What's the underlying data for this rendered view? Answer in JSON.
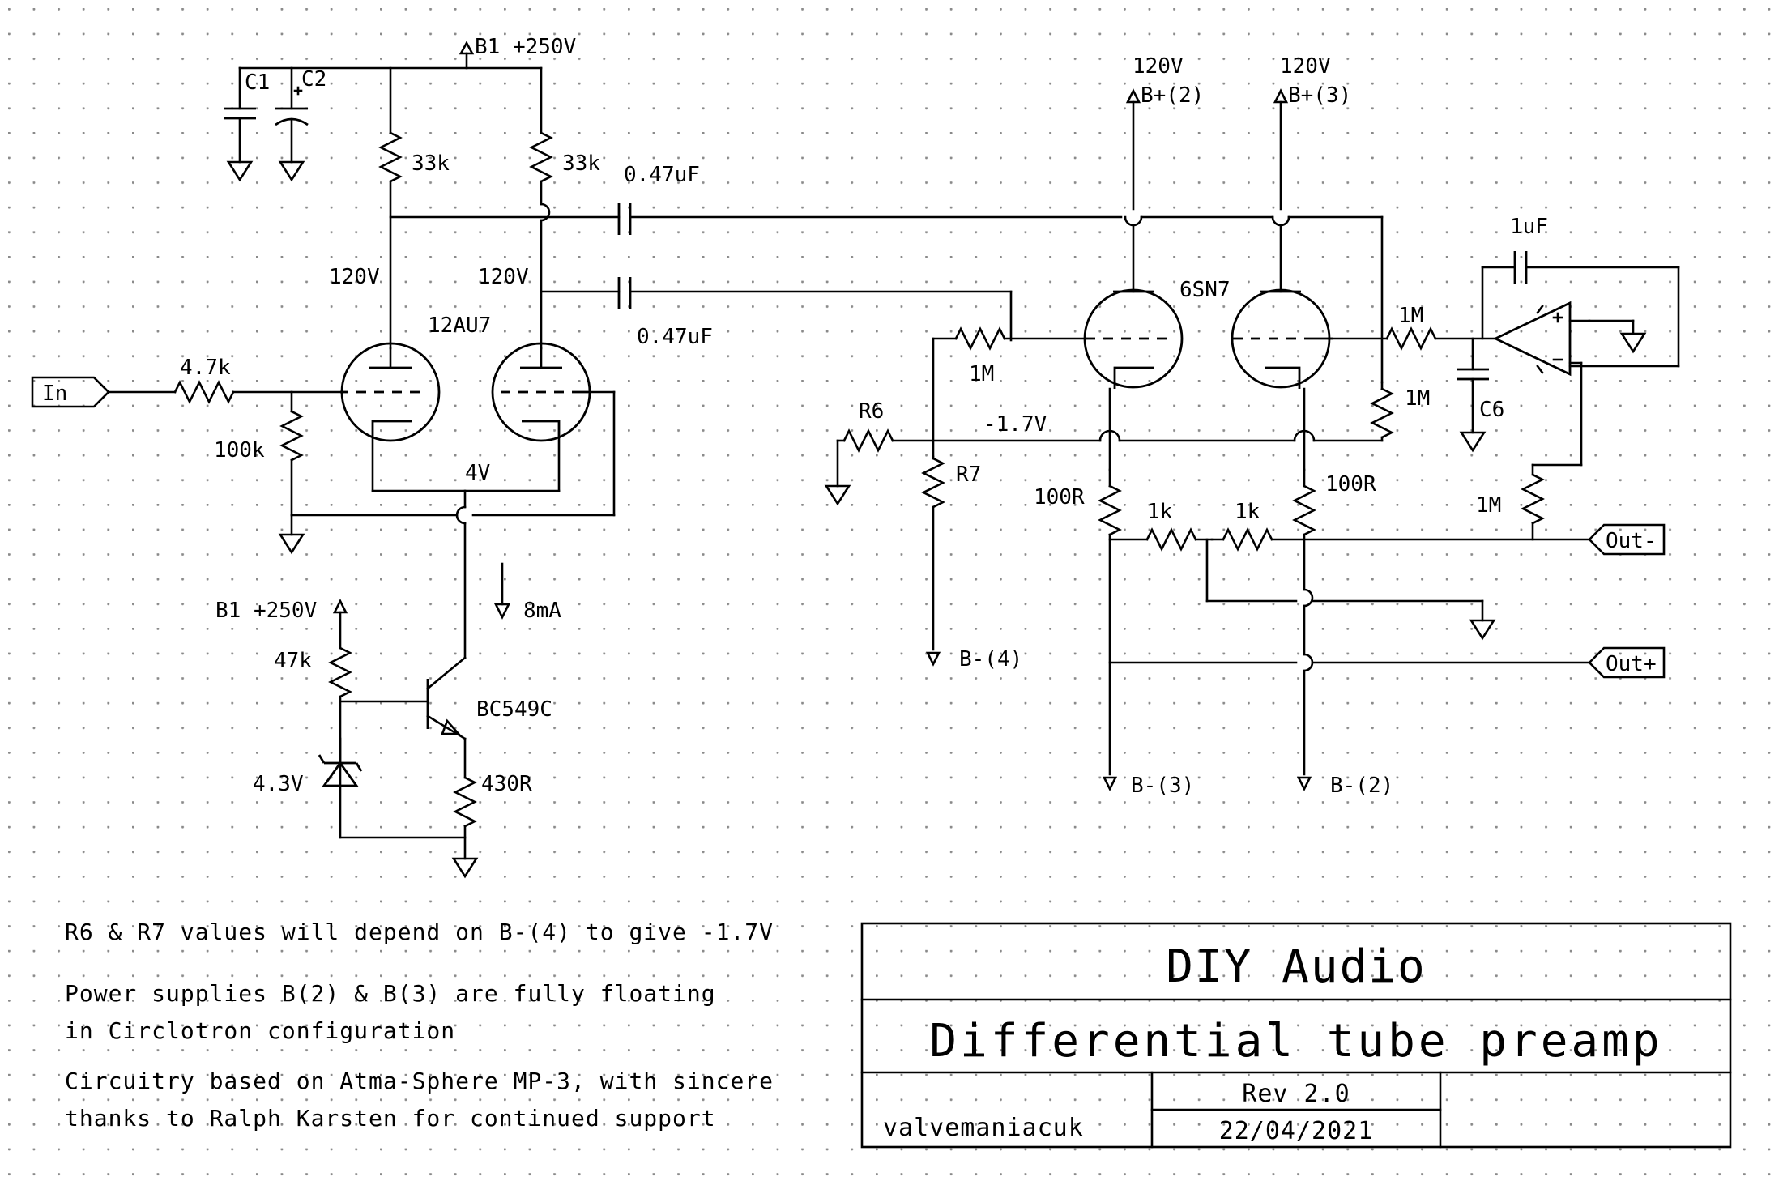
{
  "supplies": {
    "b1_top": "B1 +250V",
    "b1_ccs": "B1 +250V",
    "bplus2": "B+(2)",
    "bplus3": "B+(3)",
    "bminus4": "B-(4)",
    "bminus3": "B-(3)",
    "bminus2": "B-(2)"
  },
  "components": {
    "c1": "C1",
    "c2": "C2",
    "r_plate_a": "33k",
    "r_plate_b": "33k",
    "cap_coupling_a": "0.47uF",
    "cap_coupling_b": "0.47uF",
    "r_in_series": "4.7k",
    "r_grid_leak": "100k",
    "tube_input": "12AU7",
    "tube_output": "6SN7",
    "r_47k": "47k",
    "transistor": "BC549C",
    "zener": "4.3V",
    "r_430": "430R",
    "r6": "R6",
    "r7": "R7",
    "r_grid_1m": "1M",
    "r_100r_a": "100R",
    "r_100r_b": "100R",
    "r_1k_a": "1k",
    "r_1k_b": "1k",
    "r_1m_right": "1M",
    "r_1m_opamp_in": "1M",
    "cap_1uf": "1uF",
    "c6": "C6",
    "r_1m_out": "1M"
  },
  "voltages": {
    "plate_a": "120V",
    "plate_b": "120V",
    "cathode": "4V",
    "current": "8mA",
    "bias": "-1.7V",
    "plate_6sn7_a": "120V",
    "plate_6sn7_b": "120V"
  },
  "ports": {
    "input": "In",
    "out_minus": "Out-",
    "out_plus": "Out+"
  },
  "notes": {
    "n1": "R6 & R7 values will depend on B-(4) to give -1.7V",
    "n2a": "Power supplies B(2) & B(3) are fully floating",
    "n2b": "in Circlotron configuration",
    "n3a": "Circuitry based on Atma-Sphere MP-3, with sincere",
    "n3b": "thanks to Ralph Karsten for continued support"
  },
  "title_block": {
    "company": "DIY Audio",
    "title": "Differential tube preamp",
    "author": "valvemaniacuk",
    "revision": "Rev 2.0",
    "date": "22/04/2021"
  }
}
